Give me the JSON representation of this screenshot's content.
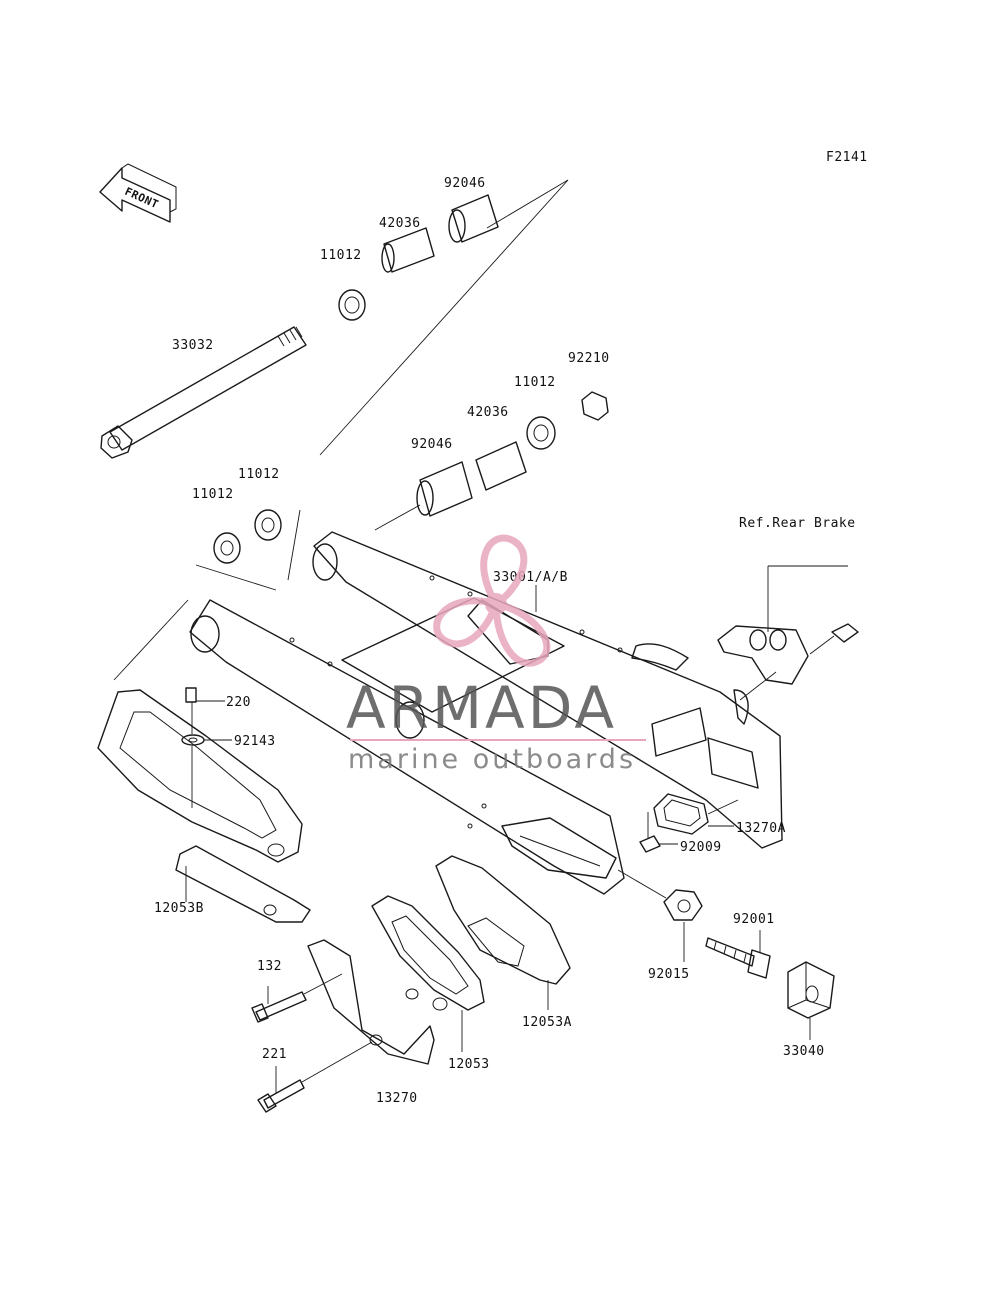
{
  "figure_code": "F2141",
  "front_badge": "FRONT",
  "reference_label": "Ref.Rear Brake",
  "watermark": {
    "brand": "ARMADA",
    "tagline": "marine outboards",
    "accent_color": "#e8a6bd",
    "text_color": "#555555"
  },
  "callouts": [
    {
      "id": "c1",
      "text": "92046"
    },
    {
      "id": "c2",
      "text": "42036"
    },
    {
      "id": "c3",
      "text": "11012"
    },
    {
      "id": "c4",
      "text": "33032"
    },
    {
      "id": "c5",
      "text": "92210"
    },
    {
      "id": "c6",
      "text": "11012"
    },
    {
      "id": "c7",
      "text": "42036"
    },
    {
      "id": "c8",
      "text": "92046"
    },
    {
      "id": "c9",
      "text": "11012"
    },
    {
      "id": "c10",
      "text": "11012"
    },
    {
      "id": "c11",
      "text": "33001/A/B"
    },
    {
      "id": "c12",
      "text": "220"
    },
    {
      "id": "c13",
      "text": "92143"
    },
    {
      "id": "c14",
      "text": "13270A"
    },
    {
      "id": "c15",
      "text": "92009"
    },
    {
      "id": "c16",
      "text": "12053B"
    },
    {
      "id": "c17",
      "text": "92001"
    },
    {
      "id": "c18",
      "text": "132"
    },
    {
      "id": "c19",
      "text": "92015"
    },
    {
      "id": "c20",
      "text": "12053A"
    },
    {
      "id": "c21",
      "text": "33040"
    },
    {
      "id": "c22",
      "text": "221"
    },
    {
      "id": "c23",
      "text": "12053"
    },
    {
      "id": "c24",
      "text": "13270"
    }
  ]
}
